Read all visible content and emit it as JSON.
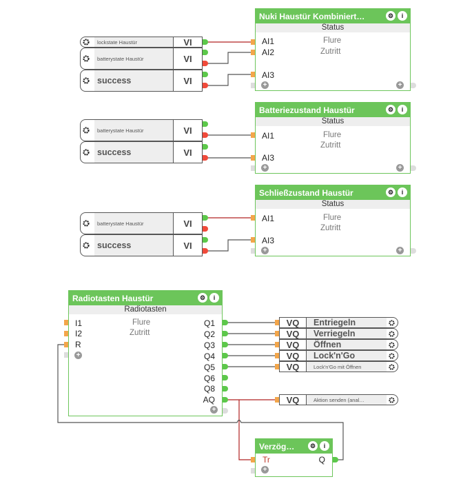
{
  "vi_rows": [
    {
      "label": "lockstate Haustür",
      "type": "VI"
    },
    {
      "label": "batterystate Haustür",
      "type": "VI"
    },
    {
      "label": "success",
      "type": "VI"
    },
    {
      "label": "batterystate Haustür",
      "type": "VI"
    },
    {
      "label": "success",
      "type": "VI"
    },
    {
      "label": "batterystate Haustür",
      "type": "VI"
    },
    {
      "label": "success",
      "type": "VI"
    }
  ],
  "blocks": {
    "nuki": {
      "title": "Nuki Haustür Kombiniert…",
      "subtitle": "Status",
      "inputs": [
        "AI1",
        "AI2",
        "AI3"
      ],
      "params": [
        "Flure",
        "Zutritt"
      ]
    },
    "battery": {
      "title": "Batteriezustand Haustür",
      "subtitle": "Status",
      "inputs": [
        "AI1",
        "AI3"
      ],
      "params": [
        "Flure",
        "Zutritt"
      ]
    },
    "lock": {
      "title": "Schließzustand Haustür",
      "subtitle": "Status",
      "inputs": [
        "AI1",
        "AI3"
      ],
      "params": [
        "Flure",
        "Zutritt"
      ]
    },
    "radio": {
      "title": "Radiotasten Haustür",
      "subtitle": "Radiotasten",
      "inputs": [
        "I1",
        "I2",
        "R"
      ],
      "params": [
        "Flure",
        "Zutritt"
      ],
      "outputs": [
        "Q1",
        "Q2",
        "Q3",
        "Q4",
        "Q5",
        "Q6",
        "Q8",
        "AQ"
      ]
    },
    "delay": {
      "title": "Verzög…",
      "inputs": [
        "Tr"
      ],
      "outputs": [
        "Q"
      ]
    }
  },
  "vq_rows": [
    {
      "type": "VQ",
      "label": "Entriegeln"
    },
    {
      "type": "VQ",
      "label": "Verriegeln"
    },
    {
      "type": "VQ",
      "label": "Öffnen"
    },
    {
      "type": "VQ",
      "label": "Lock'n'Go"
    },
    {
      "type": "VQ",
      "label": "Lock'n'Go mit Öffnen"
    },
    {
      "type": "VQ",
      "label": "Aktion senden (anal…"
    }
  ],
  "icons": {
    "gear": "⚙",
    "info": "i",
    "plus": "+"
  },
  "colors": {
    "block_green": "#6cc55a",
    "port_green": "#5cc84a",
    "port_red": "#f04a3a",
    "input_orange": "#f3a64b",
    "wire_active": "#b02020",
    "wire_idle": "#555555"
  }
}
